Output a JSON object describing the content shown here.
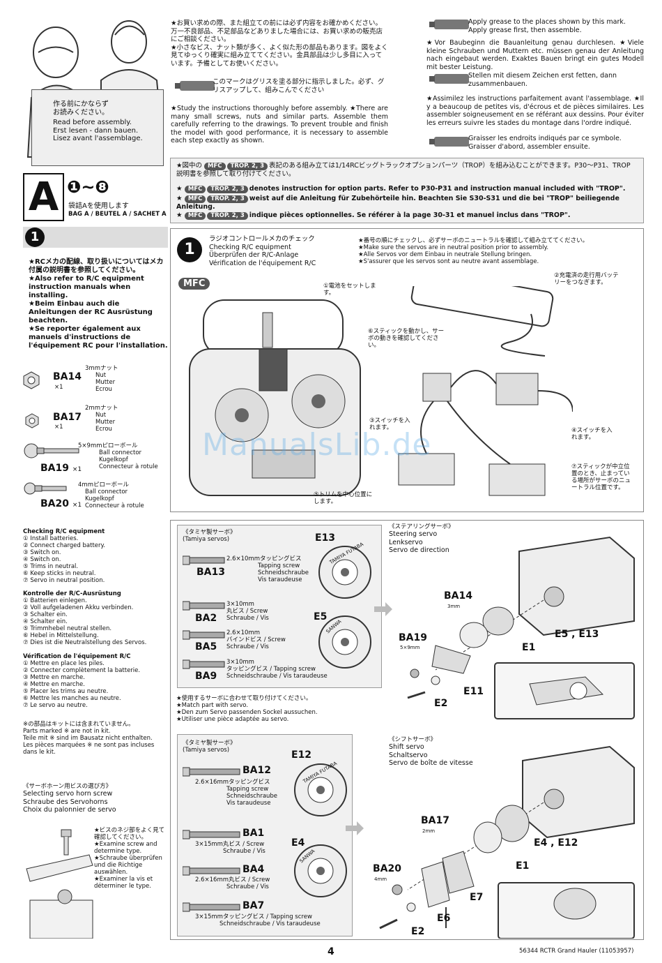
{
  "intro": {
    "jp_caption": [
      "作る前にかならず",
      "お読みください。"
    ],
    "read_before": [
      "Read before assembly.",
      "Erst lesen - dann bauen.",
      "Lisez avant l'assemblage."
    ]
  },
  "notes_jp": [
    "★お買い求めの際、また組立ての前には必ず内容をお確かめください。万一不良部品、不足部品などありました場合には、お買い求めの販売店にご相談ください。",
    "★小さなビス、ナット類が多く、よく似た形の部品もあります。図をよく見てゆっくり確実に組み立ててください。金具部品は少し多目に入っています。予備としてお使いください。",
    "このマークはグリスを塗る部分に指示しました。必ず、グリスアップして、組みこんでください"
  ],
  "notes_en": "★Study the instructions thoroughly before assembly. ★There are many small screws, nuts and similar parts. Assemble them carefully referring to the drawings. To prevent trouble and finish the model with good performance, it is necessary to assemble each step exactly as shown.",
  "grease_en": [
    "Apply grease to the places shown by this mark.",
    "Apply grease first, then assemble."
  ],
  "notes_de": "★Vor Baubeginn die Bauanleitung genau durchlesen. ★Viele kleine Schrauben und Muttern etc. müssen genau der Anleitung nach eingebaut werden. Exaktes Bauen bringt ein gutes Modell mit bester Leistung.",
  "grease_de": [
    "Stellen mit diesem Zeichen erst fetten, dann",
    "zusammenbauen."
  ],
  "notes_fr": "★Assimilez les instructions parfaitement avant l'assemblage. ★Il y a beaucoup de petites vis, d'écrous et de pièces similaires. Les assembler soigneusement en se référant aux dessins. Pour éviter les erreurs suivre les stades du montage dans l'ordre indiqué.",
  "grease_fr": [
    "Graisser les endroits indiqués par ce symbole.",
    "Graisser d'abord, assembler ensuite."
  ],
  "option_box": {
    "pill_mfc": "MFC",
    "pill_trop": "TROP. 2, 3",
    "jp": "表記のある組み立ては1/14RCビッグトラックオプションパーツ（TROP）を組み込むことができます。P30～P31、TROP説明書を参照して取り付けてください。",
    "en": "denotes instruction for option parts. Refer to P30-P31 and instruction manual included with \"TROP\".",
    "de": "weist auf die Anleitung für Zubehörteile hin. Beachten Sie S30-S31 und die bei \"TROP\" beiliegende Anleitung.",
    "fr": "indique pièces optionnelles. Se référer à la page 30-31 et manuel inclus dans \"TROP\"."
  },
  "section_a": {
    "letter": "A",
    "steps": "❶~❽",
    "bag_jp": "袋詰Aを使用します",
    "bag": "BAG A / BEUTEL A / SACHET A"
  },
  "step1_side": {
    "num": "1",
    "text_jp": "★RCメカの配線、取り扱いについてはメカ付属の説明書を参照してください。",
    "text_en": "★Also refer to R/C equipment instruction manuals when installing.",
    "text_de": "★Beim Einbau auch die Anleitungen der RC Ausrüstung beachten.",
    "text_fr": "★Se reporter également aux manuels d'instructions de l'équipement RC pour l'installation."
  },
  "parts": [
    {
      "code": "BA14",
      "qty": "×1",
      "desc": [
        "3mmナット",
        "Nut",
        "Mutter",
        "Ecrou"
      ]
    },
    {
      "code": "BA17",
      "qty": "×1",
      "desc": [
        "2mmナット",
        "Nut",
        "Mutter",
        "Ecrou"
      ]
    },
    {
      "code": "BA19",
      "qty": "×1",
      "desc": [
        "5×9mmピローボール",
        "Ball connector",
        "Kugelkopf",
        "Connecteur à rotule"
      ]
    },
    {
      "code": "BA20",
      "qty": "×1",
      "desc": [
        "4mmピローボール",
        "Ball connector",
        "Kugelkopf",
        "Connecteur à rotule"
      ]
    }
  ],
  "checklists": [
    {
      "title": "Checking R/C equipment",
      "items": [
        "① Install batteries.",
        "② Connect charged battery.",
        "③ Switch on.",
        "④ Switch on.",
        "⑤ Trims in neutral.",
        "⑥ Keep sticks in neutral.",
        "⑦ Servo in neutral position."
      ]
    },
    {
      "title": "Kontrolle der R/C-Ausrüstung",
      "items": [
        "① Batterien einlegen.",
        "② Voll aufgeladenen Akku verbinden.",
        "③ Schalter ein.",
        "④ Schalter ein.",
        "⑤ Trimmhebel neutral stellen.",
        "⑥ Hebel in Mittelstellung.",
        "⑦ Dies ist die Neutralstellung des Servos."
      ]
    },
    {
      "title": "Vérification de l'équipement R/C",
      "items": [
        "① Mettre en place les piles.",
        "② Connecter complètement la batterie.",
        "③ Mettre en marche.",
        "④ Mettre en marche.",
        "⑤ Placer les trims au neutre.",
        "⑥ Mettre les manches au neutre.",
        "⑦ Le servo au neutre."
      ]
    }
  ],
  "not_in_kit": [
    "※の部品はキットには含まれていません。",
    "Parts marked ※ are not in kit.",
    "Teile mit ※ sind im Bausatz nicht enthalten.",
    "Les pièces marquées ※ ne sont pas incluses dans le kit."
  ],
  "screw_choice": {
    "title_jp": "《サーボホーン用ビスの選び方》",
    "title": [
      "Selecting servo horn screw",
      "Schraube des Servohorns",
      "Choix du palonnier de servo"
    ],
    "notes": [
      "★ビスのネジ部をよく見て確認してください。",
      "★Examine screw and determine type.",
      "★Schraube überprüfen und die Richtige auswählen.",
      "★Examiner la vis et déterminer le type."
    ]
  },
  "step1_main": {
    "num": "1",
    "title": [
      "ラジオコントロールメカのチェック",
      "Checking R/C equipment",
      "Überprüfen der R/C-Anlage",
      "Vérification de l'équipement R/C"
    ],
    "notes": [
      "★番号の順にチェックし、必ずサーボのニュートラルを確認して組み立ててください。",
      "★Make sure the servos are in neutral position prior to assembly.",
      "★Alle Servos vor dem Einbau in neutrale Stellung bringen.",
      "★S'assurer que les servos sont au neutre avant assemblage."
    ],
    "mfc": "MFC",
    "callouts": [
      "①電池をセットします。",
      "②充電済の走行用バッテリーをつなぎます。",
      "③スイッチを入れます。",
      "④スイッチを入れます。",
      "⑤トリムを中心位置にします。",
      "⑥スティックを動かし、サーボの動きを確認してください。",
      "⑦スティックが中立位置のとき、止まっている場所がサーボのニュートラル位置です。"
    ]
  },
  "steering": {
    "servos_label": [
      "《タミヤ製サーボ》",
      "(Tamiya servos)"
    ],
    "title": [
      "《ステアリングサーボ》",
      "Steering servo",
      "Lenkservo",
      "Servo de direction"
    ],
    "screws": [
      {
        "code": "BA13",
        "desc": [
          "2.6×10mmタッピングビス",
          "Tapping screw",
          "Schneidschraube",
          "Vis taraudeuse"
        ]
      },
      {
        "code": "BA2",
        "desc": [
          "3×10mm",
          "丸ビス / Screw",
          "Schraube / Vis"
        ]
      },
      {
        "code": "BA5",
        "desc": [
          "2.6×10mm",
          "バインドビス / Screw",
          "Schraube / Vis"
        ]
      },
      {
        "code": "BA9",
        "desc": [
          "3×10mm",
          "タッピングビス / Tapping screw",
          "Schneidschraube / Vis taraudeuse"
        ]
      }
    ],
    "horn1": "E13",
    "horn2": "E5",
    "horn_text1": "TAMIYA  FUTABA",
    "horn_text2": "SANWA",
    "labels": {
      "ba14": "BA14",
      "ba14_size": "3mm",
      "ba19": "BA19",
      "ba19_size": "5×9mm",
      "e1": "E1",
      "e11": "E11",
      "e2": "E2",
      "e5e13": "E5 , E13"
    },
    "match": [
      "★使用するサーボに合わせて取り付けてください。",
      "★Match part with servo.",
      "★Den zum Servo passenden Sockel aussuchen.",
      "★Utiliser une pièce adaptée au servo."
    ]
  },
  "shift": {
    "servos_label": [
      "《タミヤ製サーボ》",
      "(Tamiya servos)"
    ],
    "title": [
      "《シフトサーボ》",
      "Shift servo",
      "Schaltservo",
      "Servo de boîte de vitesse"
    ],
    "screws": [
      {
        "code": "BA12",
        "desc": [
          "2.6×16mmタッピングビス",
          "Tapping screw",
          "Schneidschraube",
          "Vis taraudeuse"
        ]
      },
      {
        "code": "BA1",
        "desc": [
          "3×15mm丸ビス / Screw",
          "Schraube / Vis"
        ]
      },
      {
        "code": "BA4",
        "desc": [
          "2.6×16mm丸ビス / Screw",
          "Schraube / Vis"
        ]
      },
      {
        "code": "BA7",
        "desc": [
          "3×15mmタッピングビス / Tapping screw",
          "Schneidschraube / Vis taraudeuse"
        ]
      }
    ],
    "horn1": "E12",
    "horn2": "E4",
    "horn_text1": "TAMIYA  FUTABA",
    "horn_text2": "SANWA",
    "labels": {
      "ba17": "BA17",
      "ba17_size": "2mm",
      "ba20": "BA20",
      "ba20_size": "4mm",
      "e1": "E1",
      "e7": "E7",
      "e6": "E6",
      "e2": "E2",
      "e4e12": "E4 , E12"
    }
  },
  "watermark": "ManualsLib.de",
  "footer": {
    "page": "4",
    "code": "56344 RCTR Grand Hauler (11053957)"
  }
}
